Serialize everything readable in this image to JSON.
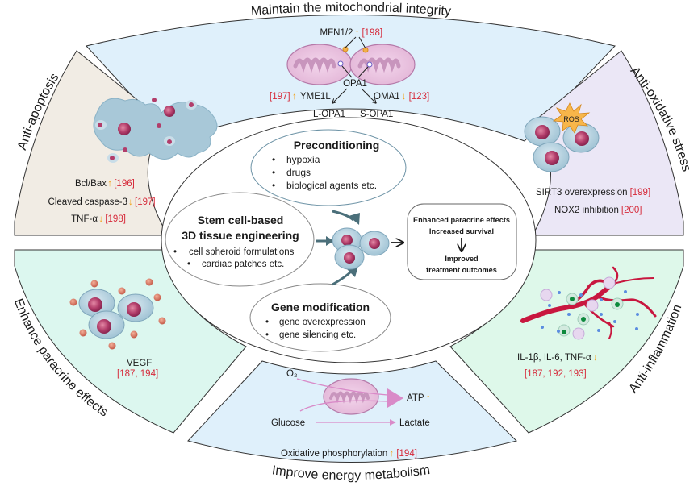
{
  "colors": {
    "mito_sector": "#dff0fb",
    "apoptosis_sector": "#f1ece4",
    "oxidative_sector": "#ebe7f6",
    "paracrine_sector": "#dcf7ef",
    "inflammation_sector": "#def8ea",
    "energy_sector": "#dff0fb",
    "reference_red": "#d62a3a",
    "arrow_orange": "#f2a31b",
    "center_arrow": "#4b6f7a"
  },
  "sectors": {
    "mitochondrial": {
      "title": "Maintain the mitochondrial integrity",
      "mfn": "MFN1/2",
      "mfn_ref": "[198]",
      "opa1": "OPA1",
      "yme1l_ref": "[197]",
      "yme1l": "YME1L",
      "oma1": "OMA1",
      "oma1_ref": "[123]",
      "l_opa1": "L-OPA1",
      "s_opa1": "S-OPA1"
    },
    "apoptosis": {
      "title": "Anti-apoptosis",
      "items": [
        {
          "label": "Bcl/Bax",
          "direction": "up",
          "ref": "[196]"
        },
        {
          "label": "Cleaved caspase-3",
          "direction": "down",
          "ref": "[197]"
        },
        {
          "label": "TNF-α",
          "direction": "down",
          "ref": "[198]"
        }
      ]
    },
    "oxidative": {
      "title": "Anti-oxidative stress",
      "ros": "ROS",
      "items": [
        {
          "label": "SIRT3 overexpression",
          "ref": "[199]"
        },
        {
          "label": "NOX2 inhibition",
          "ref": "[200]"
        }
      ]
    },
    "paracrine": {
      "title": "Enhance paracrine  effects",
      "label": "VEGF",
      "ref": "[187, 194]"
    },
    "inflammation": {
      "title": "Anti-inflammation",
      "label": "IL-1β, IL-6, TNF-α",
      "direction": "down",
      "ref": "[187, 192, 193]"
    },
    "energy": {
      "title": "Improve energy metabolism",
      "o2": "O₂",
      "atp": "ATP",
      "glucose": "Glucose",
      "lactate": "Lactate",
      "oxphos": "Oxidative phosphorylation",
      "oxphos_ref": "[194]"
    }
  },
  "center": {
    "preconditioning": {
      "title": "Preconditioning",
      "items": [
        "hypoxia",
        "drugs",
        "biological agents etc."
      ]
    },
    "tissue_engineering": {
      "title_line1": "Stem cell-based",
      "title_line2": "3D tissue engineering",
      "items": [
        "cell spheroid formulations",
        "cardiac patches etc."
      ]
    },
    "gene_modification": {
      "title": "Gene modification",
      "items": [
        "gene overexpression",
        "gene silencing etc."
      ]
    },
    "outcome": {
      "line1": "Enhanced paracrine effects",
      "line2": "Increased survival",
      "line3": "Improved",
      "line4": "treatment outcomes"
    }
  }
}
